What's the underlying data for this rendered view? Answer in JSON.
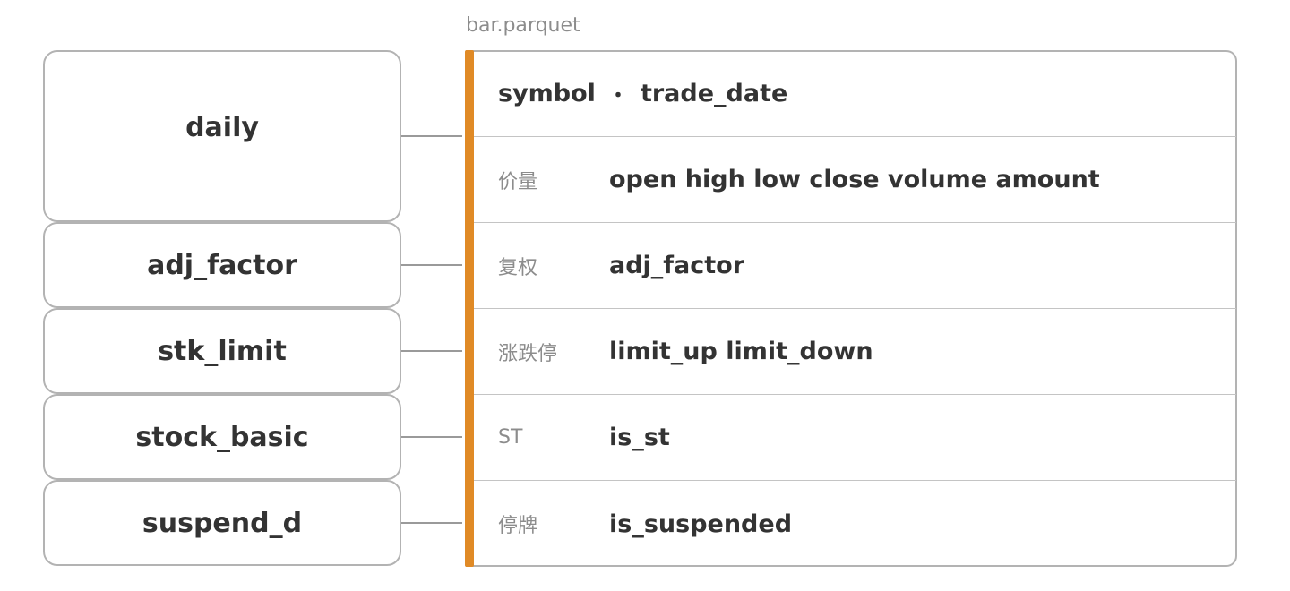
{
  "file_label": "bar.parquet",
  "key": {
    "field_a": "symbol",
    "separator": "・",
    "field_b": "trade_date"
  },
  "sources": [
    {
      "name": "daily"
    },
    {
      "name": "adj_factor"
    },
    {
      "name": "stk_limit"
    },
    {
      "name": "stock_basic"
    },
    {
      "name": "suspend_d"
    }
  ],
  "rows": [
    {
      "category": "价量",
      "fields": "open high low close volume amount"
    },
    {
      "category": "复权",
      "fields": "adj_factor"
    },
    {
      "category": "涨跌停",
      "fields": "limit_up limit_down"
    },
    {
      "category": "ST",
      "fields": "is_st"
    },
    {
      "category": "停牌",
      "fields": "is_suspended"
    }
  ],
  "colors": {
    "accent": "#e08a26",
    "border": "#b3b3b3",
    "text": "#333333",
    "muted": "#8c8c8c"
  }
}
